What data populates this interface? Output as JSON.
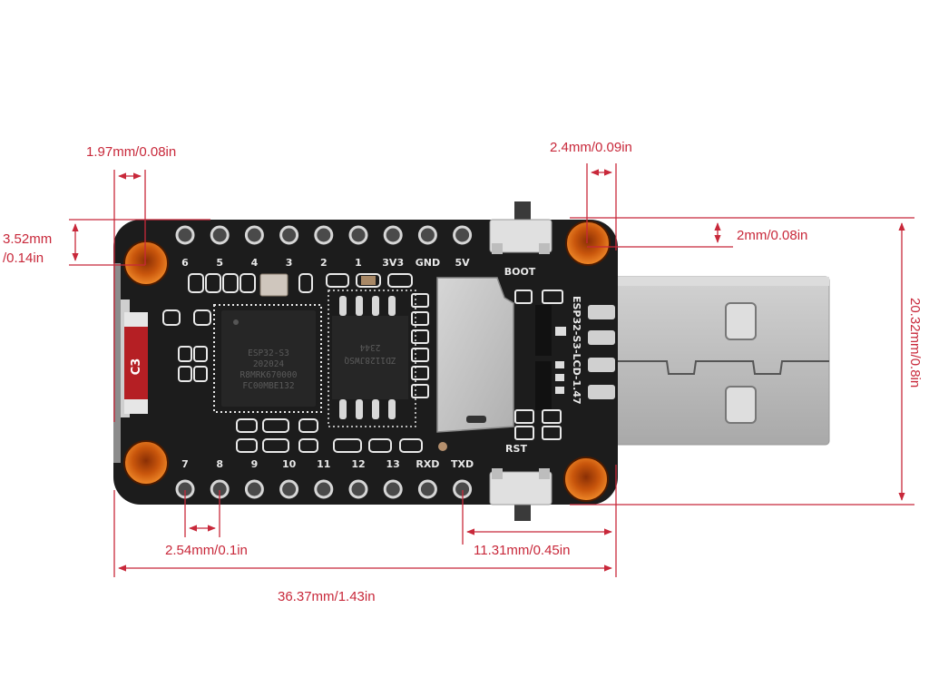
{
  "board": {
    "name": "ESP32-S3-LCD-1.47",
    "top_pin_labels": [
      "6",
      "5",
      "4",
      "3",
      "2",
      "1",
      "3V3",
      "GND",
      "5V"
    ],
    "bottom_pin_labels": [
      "7",
      "8",
      "9",
      "10",
      "11",
      "12",
      "13",
      "RXD",
      "TXD"
    ],
    "boot_button_label": "BOOT",
    "reset_button_label": "RST",
    "module_marking": "C3",
    "mcu_chip": {
      "lines": [
        "ESP32-S3",
        "202024",
        "R8MRK670000",
        "FC00MBE132"
      ]
    },
    "flash_chip": {
      "lines": [
        "2344",
        "ZD1128JWSQ"
      ]
    },
    "colors": {
      "pcb": "#1c1c1c",
      "silkscreen": "#e8e8e8",
      "mounting_hole": "#d9650f",
      "usb_metal": "#b8b8b8",
      "dimension": "#c8283a"
    }
  },
  "dimensions": {
    "hole_offset_x_left": "1.97mm/0.08in",
    "hole_offset_y_left_line1": "3.52mm",
    "hole_offset_y_left_line2": "/0.14in",
    "hole_offset_x_right": "2.4mm/0.09in",
    "hole_offset_y_right": "2mm/0.08in",
    "board_height": "20.32mm/0.8in",
    "pin_pitch": "2.54mm/0.1in",
    "last_pin_to_edge": "11.31mm/0.45in",
    "board_length": "36.37mm/1.43in"
  }
}
